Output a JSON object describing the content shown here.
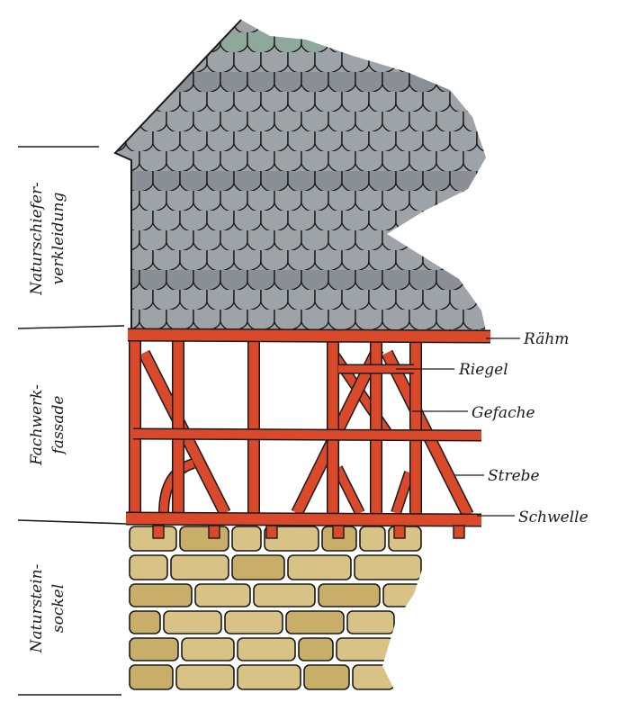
{
  "sections": [
    {
      "id": "slate",
      "label_lines": [
        "Naturschiefer-",
        "verkleidung"
      ]
    },
    {
      "id": "timber",
      "label_lines": [
        "Fachwerk-",
        "fassade"
      ]
    },
    {
      "id": "stone",
      "label_lines": [
        "Naturstein-",
        "sockel"
      ]
    }
  ],
  "callouts": [
    {
      "id": "rahm",
      "label": "Rähm"
    },
    {
      "id": "riegel",
      "label": "Riegel"
    },
    {
      "id": "gefache",
      "label": "Gefache"
    },
    {
      "id": "strebe",
      "label": "Strebe"
    },
    {
      "id": "schwelle",
      "label": "Schwelle"
    }
  ],
  "colors": {
    "slate": "#9ea3a8",
    "slate_dark": "#8a8f96",
    "slate_accent": "#8fa89c",
    "timber": "#d9492a",
    "timber_dark": "#b23a20",
    "stone": "#d8c285",
    "stone_dark": "#c9ae6a",
    "ink": "#1a1a1a",
    "gefache": "#ffffff"
  }
}
